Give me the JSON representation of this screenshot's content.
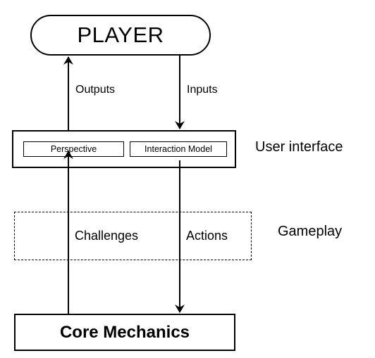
{
  "player": {
    "label": "PLAYER"
  },
  "arrows": {
    "outputs": "Outputs",
    "inputs": "Inputs",
    "challenges": "Challenges",
    "actions": "Actions"
  },
  "user_interface": {
    "label": "User interface",
    "components": [
      "Perspective",
      "Interaction Model"
    ]
  },
  "gameplay": {
    "label": "Gameplay"
  },
  "core": {
    "label": "Core Mechanics"
  }
}
